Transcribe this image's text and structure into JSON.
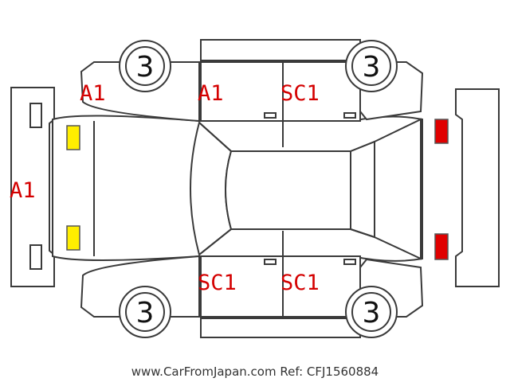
{
  "damage_codes": {
    "front_bumper": "A1",
    "front_left_fender": "A1",
    "front_left_door": "A1",
    "rear_left_door": "SC1",
    "front_right_door": "SC1",
    "rear_right_door": "SC1"
  },
  "tire_labels": {
    "front_left": "3",
    "rear_left": "3",
    "front_right": "3",
    "rear_right": "3"
  },
  "colors": {
    "code_text": "#d40000",
    "front_lights": "#ffee00",
    "rear_lights": "#e00000",
    "outline": "#3a3a3a"
  },
  "footer": {
    "watermark": "www.CarFromJapan.com Ref: CFJ1560884"
  }
}
